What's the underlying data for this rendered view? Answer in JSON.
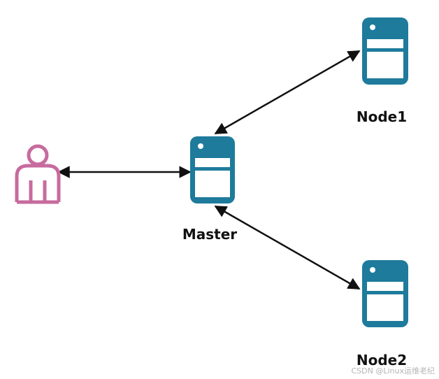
{
  "diagram": {
    "nodes": {
      "master": {
        "label": "Master"
      },
      "node1": {
        "label": "Node1"
      },
      "node2": {
        "label": "Node2"
      }
    },
    "user": {
      "icon": "user-icon"
    },
    "server_icon": "server-icon",
    "edges": [
      {
        "from": "user",
        "to": "master",
        "direction": "bidirectional"
      },
      {
        "from": "master",
        "to": "node1",
        "direction": "bidirectional"
      },
      {
        "from": "master",
        "to": "node2",
        "direction": "bidirectional"
      }
    ]
  },
  "watermark": "CSDN @Linux运维老纪",
  "colors": {
    "server": "#1e7b9c",
    "user": "#c76b9e",
    "arrow": "#111111"
  }
}
